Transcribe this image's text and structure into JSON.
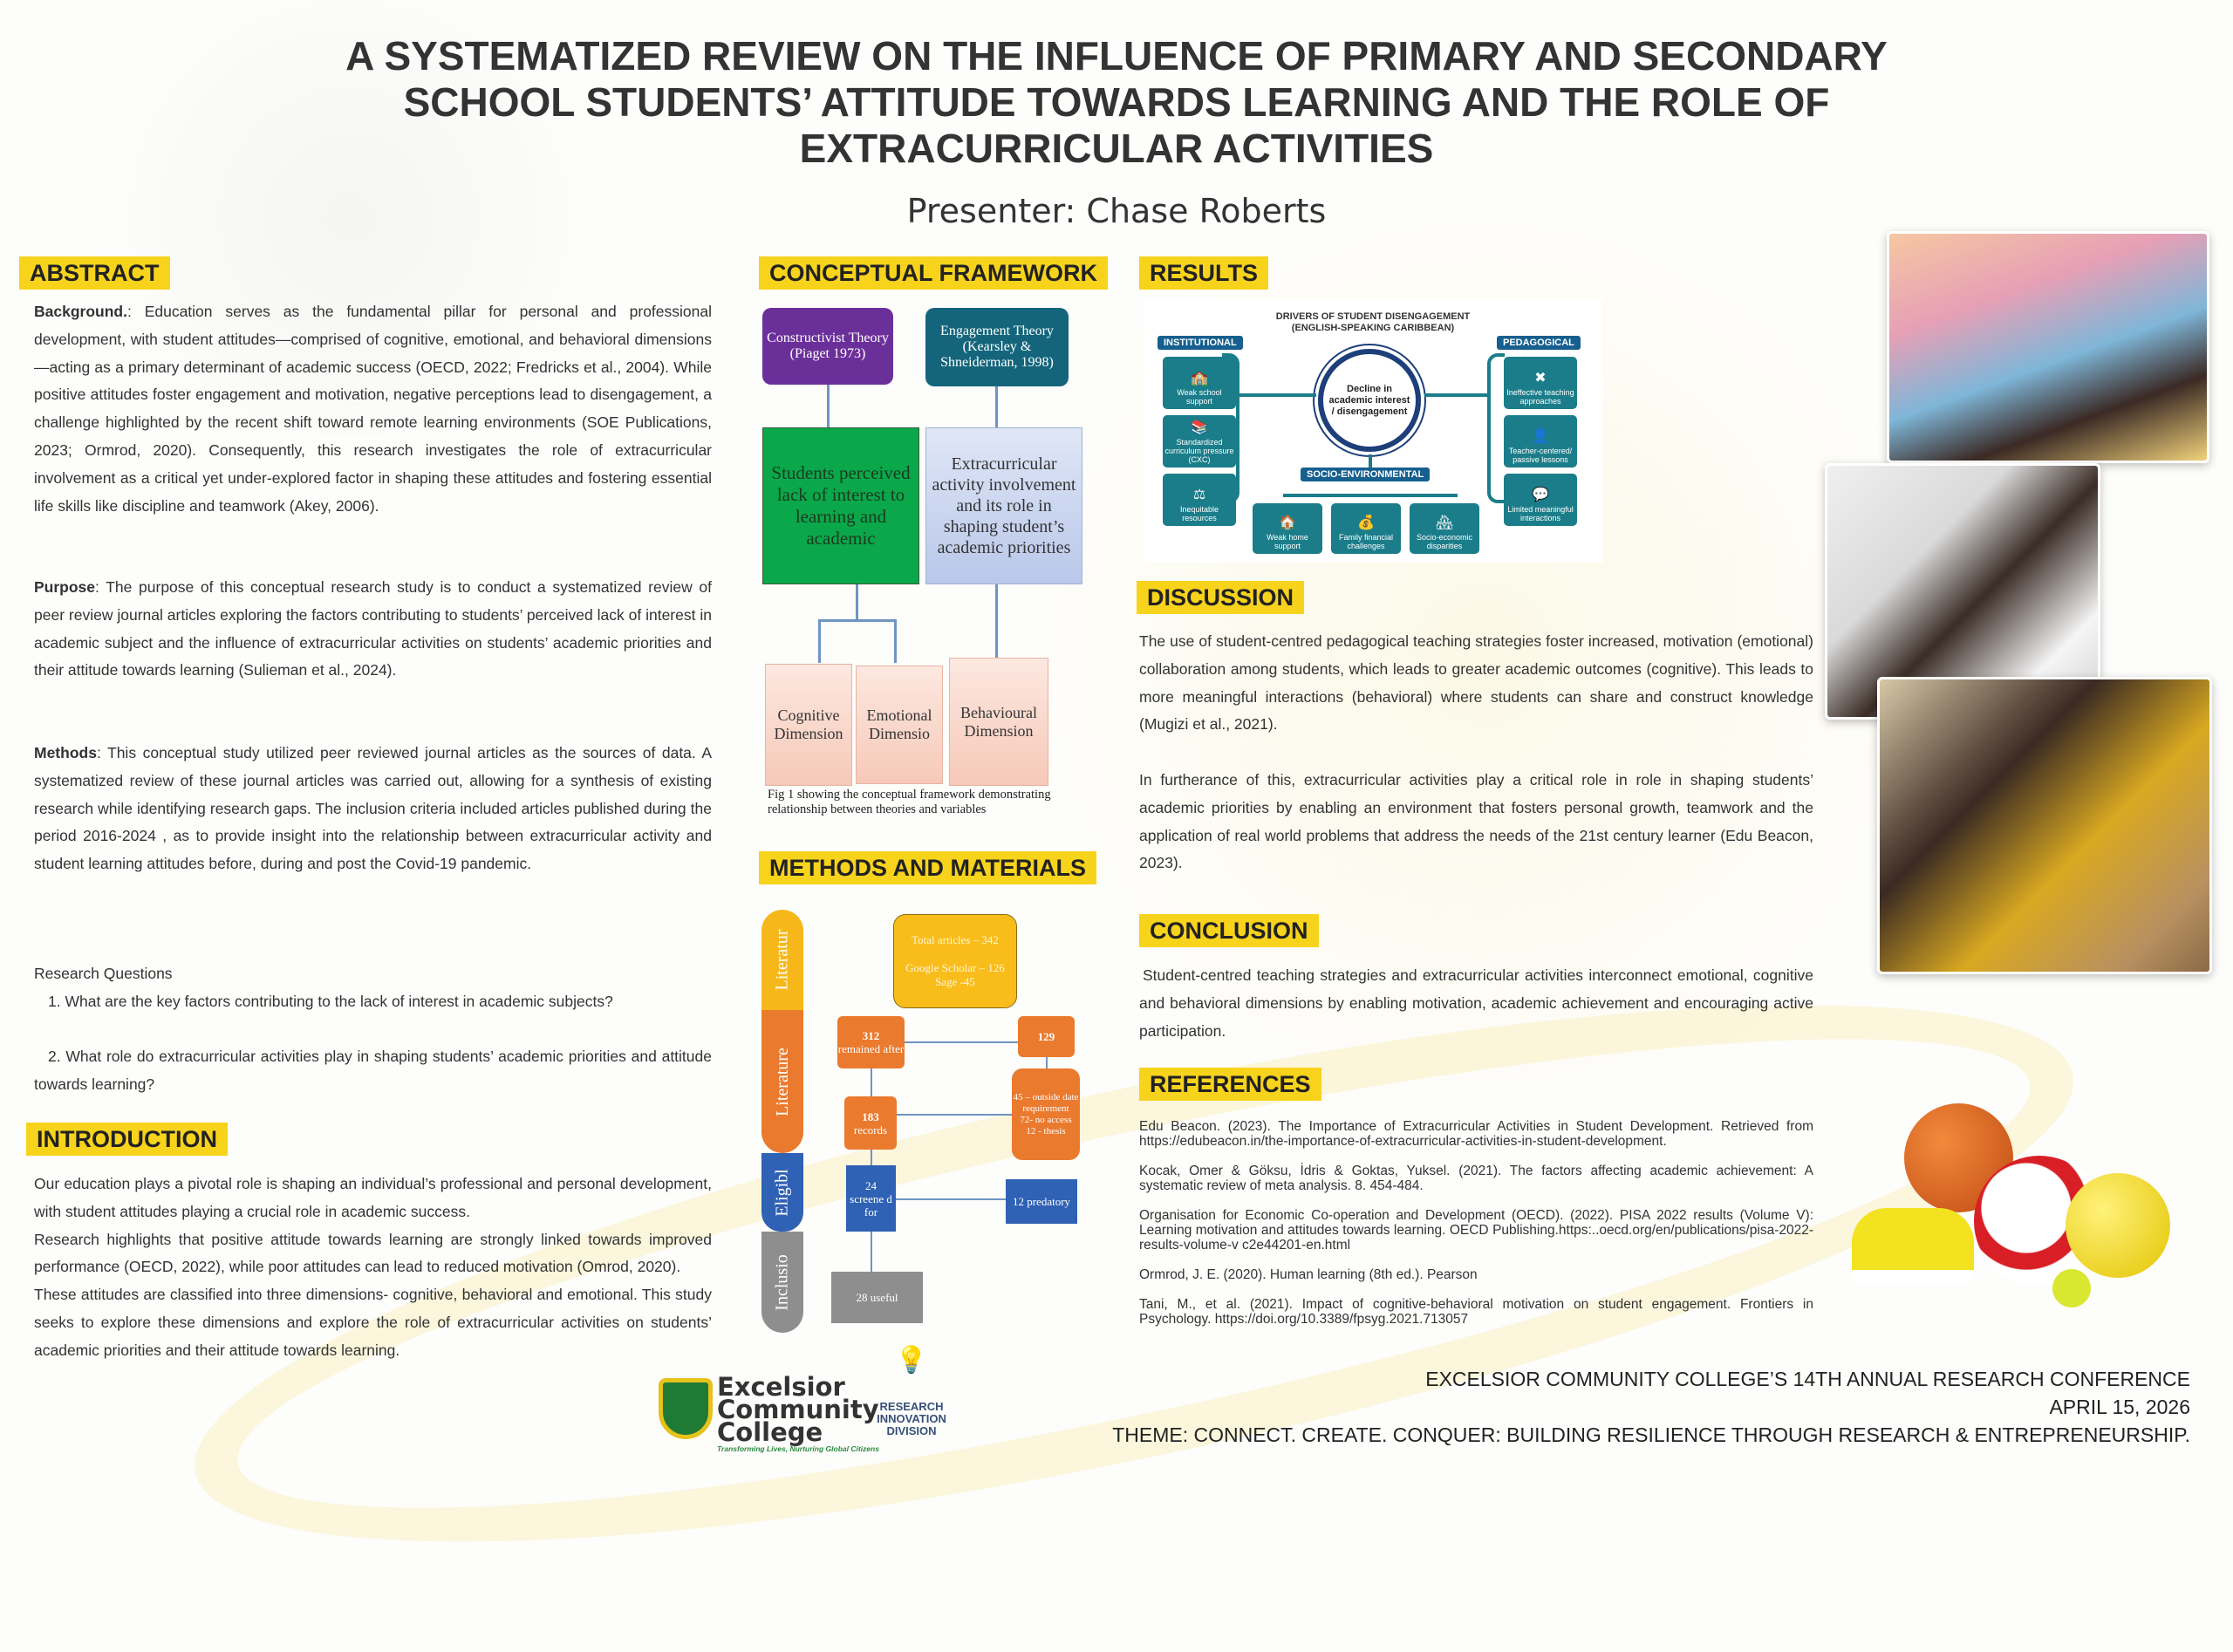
{
  "title": [
    "A SYSTEMATIZED REVIEW ON THE INFLUENCE OF PRIMARY AND SECONDARY",
    "SCHOOL STUDENTS’ ATTITUDE TOWARDS LEARNING AND THE ROLE OF",
    "EXTRACURRICULAR ACTIVITIES"
  ],
  "presenter": "Presenter: Chase Roberts",
  "abstract": {
    "heading": "ABSTRACT",
    "background_label": "Background.",
    "background": ": Education serves as the fundamental pillar for personal and professional development, with student attitudes—comprised of cognitive, emotional, and behavioral dimensions—acting as a primary determinant of academic success (OECD, 2022; Fredricks et al., 2004). While positive attitudes foster engagement and motivation, negative perceptions lead to disengagement, a challenge highlighted by the recent shift toward remote learning environments (SOE Publications, 2023; Ormrod, 2020). Consequently, this research investigates the role of extracurricular involvement as a critical yet under-explored factor in shaping these attitudes and fostering essential life skills like discipline and teamwork (Akey, 2006).",
    "purpose_label": "Purpose",
    "purpose": ": The purpose of this conceptual research study is to conduct a systematized review of peer review journal articles exploring the factors contributing to students’ perceived lack of interest in academic subject and the influence of extracurricular activities on students’ academic priorities and their attitude towards learning (Sulieman et al., 2024).",
    "methods_label": "Methods",
    "methods": ": This conceptual study utilized peer reviewed journal articles as the sources of data. A systematized review of these journal articles was carried out, allowing for a synthesis of existing research while identifying research gaps. The inclusion criteria included articles published during the period 2016-2024 , as to provide insight into the relationship between extracurricular activity and student learning attitudes before, during and post the Covid-19 pandemic.",
    "rq_heading": "Research Questions",
    "rq1": "1. What are the key factors contributing to the lack of interest in academic subjects?",
    "rq2": "2. What role do extracurricular activities play in shaping students’ academic priorities and attitude towards learning?"
  },
  "introduction": {
    "heading": "INTRODUCTION",
    "p1": "Our education plays a pivotal role is shaping an individual’s professional and personal development, with student attitudes playing a crucial role in academic success.",
    "p2": "Research highlights that positive attitude towards learning are strongly linked towards improved performance (OECD, 2022), while poor attitudes can lead to reduced motivation (Omrod, 2020).",
    "p3": "These attitudes are classified into three dimensions- cognitive, behavioral and emotional. This study seeks to explore these dimensions and explore the role of extracurricular activities on students’ academic priorities and their attitude towards learning."
  },
  "framework": {
    "heading": "CONCEPTUAL FRAMEWORK",
    "theory1": "Constructivist Theory (Piaget 1973)",
    "theory2": "Engagement Theory (Kearsley & Shneiderman, 1998)",
    "var1": "Students perceived lack of interest to learning and academic",
    "var2": "Extracurricular activity involvement and its role in shaping student’s academic priorities",
    "dim1": "Cognitive Dimension",
    "dim2": "Emotional Dimensio",
    "dim3": "Behavioural Dimension",
    "caption": "Fig 1 showing the conceptual framework demonstrating relationship between theories and variables",
    "colors": {
      "purple": "#6b2f9a",
      "teal": "#14657c",
      "green": "#0aa84a",
      "blue": "#c3d0ec",
      "pink": "#f9d6cc"
    }
  },
  "methods": {
    "heading": "METHODS AND MATERIALS",
    "stages": [
      "Literatur",
      "Literature",
      "Eligibl",
      "Inclusio"
    ],
    "total": "Total articles – 342",
    "sources": [
      "Google Scholar – 126",
      "Sage -45"
    ],
    "remained_n": "312",
    "remained": "remained after",
    "excluded1": "129",
    "records_n": "183",
    "records": "records",
    "excluded2": [
      "45 – outside date requirement",
      "72- no access",
      "12 - thesis"
    ],
    "screened": "24 screene d for",
    "predatory": "12 predatory",
    "useful": "28 useful"
  },
  "results": {
    "heading": "RESULTS",
    "diagram_title": [
      "DRIVERS OF STUDENT DISENGAGEMENT",
      "(ENGLISH-SPEAKING CARIBBEAN)"
    ],
    "center": "Decline in academic interest / disengagement",
    "institutional": "INSTITUTIONAL",
    "institutional_items": [
      "Weak school support",
      "Standardized curriculum pressure (CXC)",
      "Inequitable resources"
    ],
    "pedagogical": "PEDAGOGICAL",
    "pedagogical_items": [
      "Ineffective teaching approaches",
      "Teacher-centered/ passive lessons",
      "Limited meaningful interactions"
    ],
    "socio": "SOCIO-ENVIRONMENTAL",
    "socio_items": [
      "Weak home support",
      "Family financial challenges",
      "Socio-economic disparities"
    ]
  },
  "discussion": {
    "heading": "DISCUSSION",
    "p1": "The use of student-centred pedagogical teaching strategies foster increased, motivation (emotional) collaboration among students, which leads to greater academic outcomes (cognitive). This leads to more meaningful interactions (behavioral) where students can share and construct knowledge (Mugizi et al., 2021).",
    "p2": "In furtherance of this, extracurricular activities play a critical role in role in shaping students’ academic priorities by enabling an environment that fosters personal growth, teamwork and the application of real world problems that address the needs of the 21st century learner (Edu Beacon, 2023)."
  },
  "conclusion": {
    "heading": "CONCLUSION",
    "text": "Student-centred teaching strategies and extracurricular activities interconnect emotional, cognitive and behavioral dimensions by enabling motivation, academic achievement and encouraging active participation."
  },
  "references": {
    "heading": "REFERENCES",
    "items": [
      "Edu Beacon. (2023). The Importance of Extracurricular Activities in Student Development. Retrieved from https://edubeacon.in/the-importance-of-extracurricular-activities-in-student-development.",
      "Kocak, Omer & Göksu, İdris & Goktas, Yuksel. (2021). The factors affecting academic achievement: A systematic review of meta analysis. 8. 454-484.",
      "Organisation for Economic Co-operation and Development (OECD). (2022). PISA 2022 results (Volume V): Learning motivation and attitudes towards learning. OECD Publishing.https:..oecd.org/en/publications/pisa-2022-results-volume-v c2e44201-en.html",
      "Ormrod, J. E. (2020). Human learning (8th ed.). Pearson",
      "Tani, M., et al. (2021). Impact of cognitive-behavioral motivation on student engagement. Frontiers in Psychology. https://doi.org/10.3389/fpsyg.2021.713057"
    ]
  },
  "logos": {
    "college": [
      "Excelsior",
      "Community",
      "College"
    ],
    "tagline": "Transforming Lives, Nurturing Global Citizens",
    "division": [
      "RESEARCH",
      "INNOVATION",
      "DIVISION"
    ]
  },
  "footer": {
    "conference": "EXCELSIOR COMMUNITY COLLEGE’S 14TH ANNUAL RESEARCH CONFERENCE",
    "date": "APRIL 15, 2026",
    "theme": "THEME: CONNECT. CREATE. CONQUER: BUILDING RESILIENCE THROUGH RESEARCH & ENTREPRENEURSHIP."
  },
  "accent": "#f8d31c"
}
